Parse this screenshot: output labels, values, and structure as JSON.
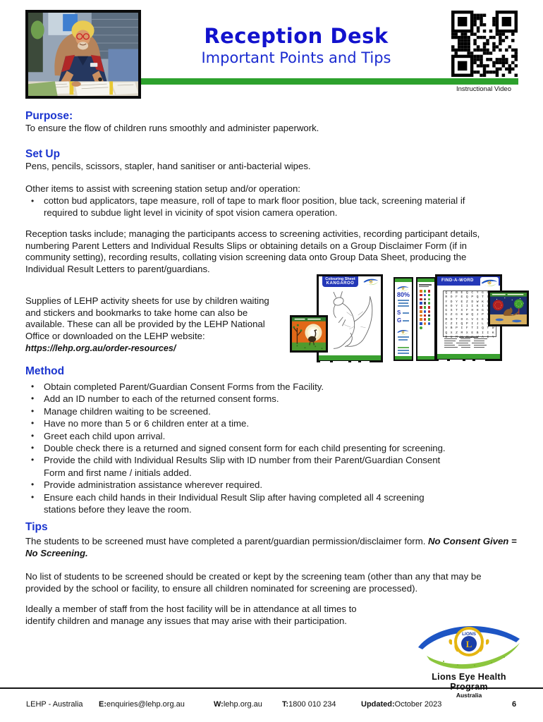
{
  "header": {
    "title": "Reception Desk",
    "subtitle": "Important Points and Tips",
    "qr_caption": "Instructional Video"
  },
  "sections": {
    "purpose": {
      "heading": "Purpose:",
      "body": "To ensure the flow of children runs smoothly and administer paperwork."
    },
    "setup": {
      "heading": "Set Up",
      "body": "Pens, pencils, scissors, stapler, hand sanitiser or anti-bacterial wipes.",
      "other_intro": "Other items to assist with screening station setup and/or operation:",
      "other_bullet": "cotton bud applicators, tape measure, roll of tape to mark floor position, blue tack, screening material if\nrequired to subdue light level in vicinity of spot vision camera operation.",
      "reception_tasks": "Reception tasks include; managing the participants access to screening activities, recording participant details,\nnumbering Parent Letters and Individual Results Slips or obtaining details on a Group Disclaimer Form (if in\ncommunity setting), recording results, collating vision screening data onto Group Data Sheet, producing the\nIndividual Result Letters to parent/guardians."
    },
    "supplies": {
      "body": "Supplies of LEHP activity sheets for use by children waiting\nand stickers and bookmarks to take home can also be\navailable. These can all be provided by the LEHP National\nOffice or downloaded on the LEHP website:",
      "url": "https://lehp.org.au/order-resources/"
    },
    "method": {
      "heading": "Method",
      "bullets": [
        "Obtain completed Parent/Guardian Consent Forms from the Facility.",
        "Add an ID number to each of the returned consent forms.",
        "Manage children waiting to be screened.",
        "Have no more than 5 or 6 children enter at a time.",
        "Greet each child upon arrival.",
        "Double check there is a returned and signed consent form for each child presenting for screening.",
        "Provide the child with Individual Results Slip with ID number from their Parent/Guardian Consent\nForm and first name / initials added.",
        "Provide administration assistance wherever required.",
        "Ensure each child hands in their Individual Result Slip after having completed all 4 screening\nstations before they leave the room."
      ]
    },
    "tips": {
      "heading": "Tips",
      "p1_normal": "The students to be screened must have completed a parent/guardian permission/disclaimer form. ",
      "p1_emphasis": "No Consent Given = No Screening.",
      "p2": "No list of students to be screened should be created or kept by the screening team (other than any that may be\nprovided by the school or facility, to ensure all children nominated for screening are processed).",
      "p3": "Ideally a member of staff from the host facility will be in attendance at all times to\nidentify children and manage any issues that may arise with their participation."
    }
  },
  "artifacts": {
    "colouring_sheet": {
      "title_line1": "Colouring Sheet",
      "title_line2": "KANGAROO"
    },
    "findaword": {
      "title": "FIND-A-WORD"
    },
    "bookmark": {
      "stat": "80%",
      "letter_s": "S",
      "letter_g": "G"
    }
  },
  "logo": {
    "emblem_text": "LIONS",
    "emblem_letter": "L",
    "name": "Lions Eye Health Program",
    "country": "Australia"
  },
  "footer": {
    "org": "LEHP - Australia",
    "email_label": "E:",
    "email": "enquiries@lehp.org.au",
    "web_label": "W:",
    "web": "lehp.org.au",
    "phone_label": "T:",
    "phone": "1800 010 234",
    "updated_label": "Updated:",
    "updated": "October 2023",
    "page_number": "6"
  },
  "colors": {
    "title_blue": "#1212cd",
    "heading_blue": "#1b35cf",
    "divider_green": "#2da12d",
    "artifact_blue": "#2438b8"
  }
}
